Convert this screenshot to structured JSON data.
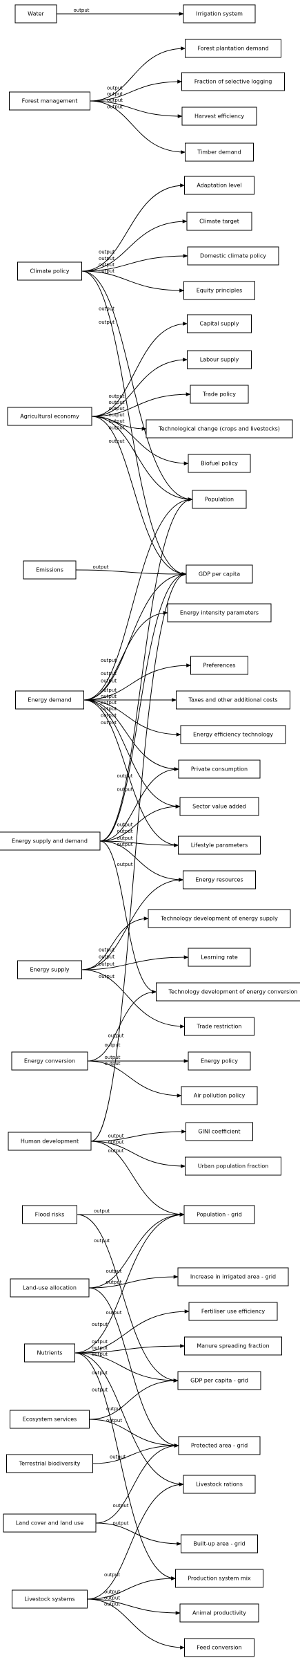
{
  "diagram": {
    "edge_label": "output",
    "nodes": [
      {
        "id": "water",
        "label": "Water"
      },
      {
        "id": "irrigation-system",
        "label": "Irrigation system"
      },
      {
        "id": "forest-management",
        "label": "Forest management"
      },
      {
        "id": "forest-plantation-demand",
        "label": "Forest plantation demand"
      },
      {
        "id": "fraction-selective-logging",
        "label": "Fraction of selective logging"
      },
      {
        "id": "harvest-efficiency",
        "label": "Harvest efficiency"
      },
      {
        "id": "timber-demand",
        "label": "Timber demand"
      },
      {
        "id": "climate-policy",
        "label": "Climate policy"
      },
      {
        "id": "adaptation-level",
        "label": "Adaptation level"
      },
      {
        "id": "climate-target",
        "label": "Climate target"
      },
      {
        "id": "domestic-climate-policy",
        "label": "Domestic climate policy"
      },
      {
        "id": "equity-principles",
        "label": "Equity principles"
      },
      {
        "id": "agricultural-economy",
        "label": "Agricultural economy"
      },
      {
        "id": "capital-supply",
        "label": "Capital supply"
      },
      {
        "id": "labour-supply",
        "label": "Labour supply"
      },
      {
        "id": "trade-policy",
        "label": "Trade policy"
      },
      {
        "id": "technological-change",
        "label": "Technological change (crops and livestocks)"
      },
      {
        "id": "biofuel-policy",
        "label": "Biofuel policy"
      },
      {
        "id": "population",
        "label": "Population"
      },
      {
        "id": "emissions",
        "label": "Emissions"
      },
      {
        "id": "gdp-per-capita",
        "label": "GDP per capita"
      },
      {
        "id": "energy-intensity-parameters",
        "label": "Energy intensity parameters"
      },
      {
        "id": "energy-demand",
        "label": "Energy demand"
      },
      {
        "id": "preferences",
        "label": "Preferences"
      },
      {
        "id": "taxes",
        "label": "Taxes and other additional costs"
      },
      {
        "id": "energy-efficiency-technology",
        "label": "Energy efficiency technology"
      },
      {
        "id": "private-consumption",
        "label": "Private consumption"
      },
      {
        "id": "sector-value-added",
        "label": "Sector value added"
      },
      {
        "id": "energy-supply-and-demand",
        "label": "Energy supply and demand"
      },
      {
        "id": "lifestyle-parameters",
        "label": "Lifestyle parameters"
      },
      {
        "id": "energy-resources",
        "label": "Energy resources"
      },
      {
        "id": "tech-dev-energy-supply",
        "label": "Technology development of energy supply"
      },
      {
        "id": "energy-supply",
        "label": "Energy supply"
      },
      {
        "id": "learning-rate",
        "label": "Learning rate"
      },
      {
        "id": "tech-dev-energy-conversion",
        "label": "Technology development of energy conversion"
      },
      {
        "id": "trade-restriction",
        "label": "Trade restriction"
      },
      {
        "id": "energy-conversion",
        "label": "Energy conversion"
      },
      {
        "id": "energy-policy",
        "label": "Energy policy"
      },
      {
        "id": "air-pollution-policy",
        "label": "Air pollution policy"
      },
      {
        "id": "human-development",
        "label": "Human development"
      },
      {
        "id": "gini-coefficient",
        "label": "GINI coefficient"
      },
      {
        "id": "urban-population-fraction",
        "label": "Urban population fraction"
      },
      {
        "id": "flood-risks",
        "label": "Flood risks"
      },
      {
        "id": "population-grid",
        "label": "Population - grid"
      },
      {
        "id": "land-use-allocation",
        "label": "Land-use allocation"
      },
      {
        "id": "increase-irrigated-area-grid",
        "label": "Increase in irrigated area - grid"
      },
      {
        "id": "fertiliser-use-efficiency",
        "label": "Fertiliser use efficiency"
      },
      {
        "id": "nutrients",
        "label": "Nutrients"
      },
      {
        "id": "manure-spreading-fraction",
        "label": "Manure spreading fraction"
      },
      {
        "id": "gdp-per-capita-grid",
        "label": "GDP per capita - grid"
      },
      {
        "id": "ecosystem-services",
        "label": "Ecosystem services"
      },
      {
        "id": "terrestrial-biodiversity",
        "label": "Terrestrial biodiversity"
      },
      {
        "id": "protected-area-grid",
        "label": "Protected area - grid"
      },
      {
        "id": "livestock-rations",
        "label": "Livestock rations"
      },
      {
        "id": "land-cover-and-land-use",
        "label": "Land cover and land use"
      },
      {
        "id": "built-up-area-grid",
        "label": "Built-up area - grid"
      },
      {
        "id": "livestock-systems",
        "label": "Livestock systems"
      },
      {
        "id": "production-system-mix",
        "label": "Production system mix"
      },
      {
        "id": "animal-productivity",
        "label": "Animal productivity"
      },
      {
        "id": "feed-conversion",
        "label": "Feed conversion"
      }
    ],
    "edges": [
      [
        "water",
        "irrigation-system"
      ],
      [
        "forest-management",
        "forest-plantation-demand"
      ],
      [
        "forest-management",
        "fraction-selective-logging"
      ],
      [
        "forest-management",
        "harvest-efficiency"
      ],
      [
        "forest-management",
        "timber-demand"
      ],
      [
        "climate-policy",
        "adaptation-level"
      ],
      [
        "climate-policy",
        "climate-target"
      ],
      [
        "climate-policy",
        "domestic-climate-policy"
      ],
      [
        "climate-policy",
        "equity-principles"
      ],
      [
        "climate-policy",
        "population"
      ],
      [
        "climate-policy",
        "gdp-per-capita"
      ],
      [
        "agricultural-economy",
        "capital-supply"
      ],
      [
        "agricultural-economy",
        "labour-supply"
      ],
      [
        "agricultural-economy",
        "trade-policy"
      ],
      [
        "agricultural-economy",
        "technological-change"
      ],
      [
        "agricultural-economy",
        "biofuel-policy"
      ],
      [
        "agricultural-economy",
        "population"
      ],
      [
        "agricultural-economy",
        "gdp-per-capita"
      ],
      [
        "emissions",
        "gdp-per-capita"
      ],
      [
        "energy-demand",
        "population"
      ],
      [
        "energy-demand",
        "gdp-per-capita"
      ],
      [
        "energy-demand",
        "energy-intensity-parameters"
      ],
      [
        "energy-demand",
        "preferences"
      ],
      [
        "energy-demand",
        "taxes"
      ],
      [
        "energy-demand",
        "energy-efficiency-technology"
      ],
      [
        "energy-demand",
        "private-consumption"
      ],
      [
        "energy-demand",
        "sector-value-added"
      ],
      [
        "energy-demand",
        "lifestyle-parameters"
      ],
      [
        "energy-supply-and-demand",
        "population"
      ],
      [
        "energy-supply-and-demand",
        "gdp-per-capita"
      ],
      [
        "energy-supply-and-demand",
        "private-consumption"
      ],
      [
        "energy-supply-and-demand",
        "sector-value-added"
      ],
      [
        "energy-supply-and-demand",
        "lifestyle-parameters"
      ],
      [
        "energy-supply-and-demand",
        "energy-resources"
      ],
      [
        "energy-supply-and-demand",
        "tech-dev-energy-conversion"
      ],
      [
        "energy-supply",
        "energy-resources"
      ],
      [
        "energy-supply",
        "tech-dev-energy-supply"
      ],
      [
        "energy-supply",
        "learning-rate"
      ],
      [
        "energy-supply",
        "trade-restriction"
      ],
      [
        "energy-conversion",
        "tech-dev-energy-conversion"
      ],
      [
        "energy-conversion",
        "energy-policy"
      ],
      [
        "energy-conversion",
        "air-pollution-policy"
      ],
      [
        "human-development",
        "gdp-per-capita"
      ],
      [
        "human-development",
        "gini-coefficient"
      ],
      [
        "human-development",
        "urban-population-fraction"
      ],
      [
        "human-development",
        "population-grid"
      ],
      [
        "flood-risks",
        "population-grid"
      ],
      [
        "flood-risks",
        "gdp-per-capita-grid"
      ],
      [
        "land-use-allocation",
        "population-grid"
      ],
      [
        "land-use-allocation",
        "increase-irrigated-area-grid"
      ],
      [
        "land-use-allocation",
        "protected-area-grid"
      ],
      [
        "nutrients",
        "population-grid"
      ],
      [
        "nutrients",
        "fertiliser-use-efficiency"
      ],
      [
        "nutrients",
        "manure-spreading-fraction"
      ],
      [
        "nutrients",
        "gdp-per-capita-grid"
      ],
      [
        "nutrients",
        "livestock-rations"
      ],
      [
        "nutrients",
        "production-system-mix"
      ],
      [
        "ecosystem-services",
        "gdp-per-capita-grid"
      ],
      [
        "ecosystem-services",
        "protected-area-grid"
      ],
      [
        "terrestrial-biodiversity",
        "protected-area-grid"
      ],
      [
        "land-cover-and-land-use",
        "protected-area-grid"
      ],
      [
        "land-cover-and-land-use",
        "built-up-area-grid"
      ],
      [
        "livestock-systems",
        "livestock-rations"
      ],
      [
        "livestock-systems",
        "production-system-mix"
      ],
      [
        "livestock-systems",
        "animal-productivity"
      ],
      [
        "livestock-systems",
        "feed-conversion"
      ]
    ]
  }
}
